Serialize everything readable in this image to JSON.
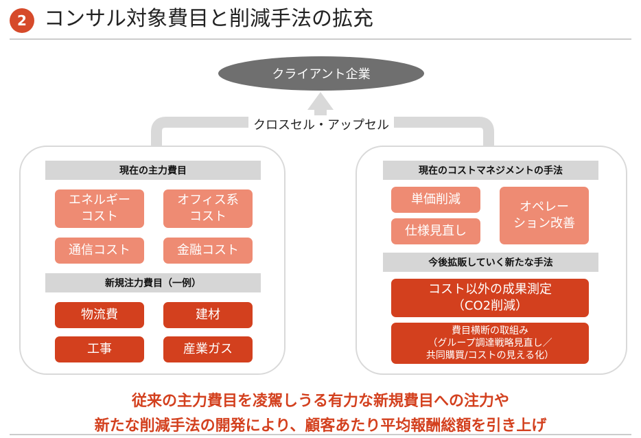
{
  "header": {
    "badge": "2",
    "title": "コンサル対象費目と削減手法の拡充"
  },
  "diagram": {
    "client": "クライアント企業",
    "cross_sell": "クロスセル・アップセル",
    "left": {
      "current_header": "現在の主力費目",
      "current_items": [
        "エネルギー\nコスト",
        "オフィス系\nコスト",
        "通信コスト",
        "金融コスト"
      ],
      "new_header": "新規注力費目（一例）",
      "new_items": [
        "物流費",
        "建材",
        "工事",
        "産業ガス"
      ]
    },
    "right": {
      "current_header": "現在のコストマネジメントの手法",
      "current_items": [
        "単価削減",
        "仕様見直し",
        "オペレー\nション改善"
      ],
      "future_header": "今後拡販していく新たな手法",
      "future_items": [
        "コスト以外の成果測定\n（CO2削減）",
        "費目横断の取組み\n（グループ調達戦略見直し／\n共同購買/コストの見える化）"
      ]
    }
  },
  "conclusion": {
    "line1": "従来の主力費目を凌駕しうる有力な新規費目への注力や",
    "line2": "新たな削減手法の開発により、顧客あたり平均報酬総額を引き上げ"
  },
  "colors": {
    "accent": "#d3401e",
    "light_box": "#ee8b73",
    "header_bar": "#d6d6d6",
    "ellipse": "#6f6f6f"
  }
}
